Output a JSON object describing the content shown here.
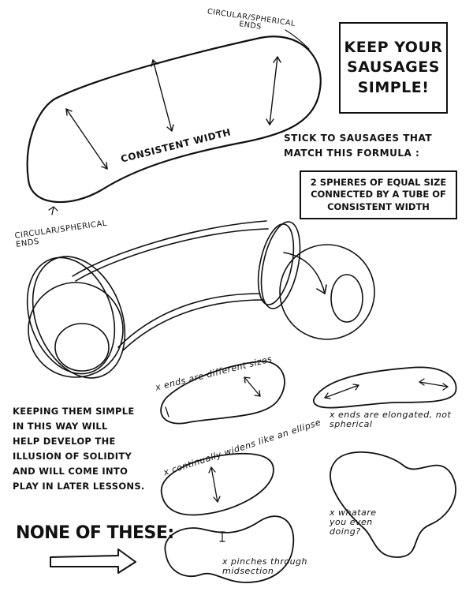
{
  "title": "KEEP YOUR SAUSAGES SIMPLE!",
  "labels": {
    "ends_top": "CIRCULAR/SPHERICAL ENDS",
    "consistent_width": "CONSISTENT WIDTH",
    "ends_left": "CIRCULAR/SPHERICAL ENDS"
  },
  "instruction": "STICK TO SAUSAGES THAT MATCH THIS FORMULA :",
  "formula": "2 SPHERES OF EQUAL SIZE CONNECTED BY A TUBE OF CONSISTENT WIDTH",
  "explanation": "KEEPING THEM SIMPLE\nIN THIS WAY WILL\nHELP DEVELOP THE\nILLUSION OF SOLIDITY\nAND WILL COME INTO\nPLAY IN LATER LESSONS.",
  "none_of_these": "NONE OF THESE:",
  "bad_examples": [
    {
      "note": "x ends are different sizes"
    },
    {
      "note": "x ends are elongated, not spherical"
    },
    {
      "note": "x continually widens like an ellipse"
    },
    {
      "note": "x whatare you even doing?"
    },
    {
      "note": "x pinches through midsection"
    }
  ],
  "colors": {
    "ink": "#111111",
    "paper": "#ffffff"
  }
}
